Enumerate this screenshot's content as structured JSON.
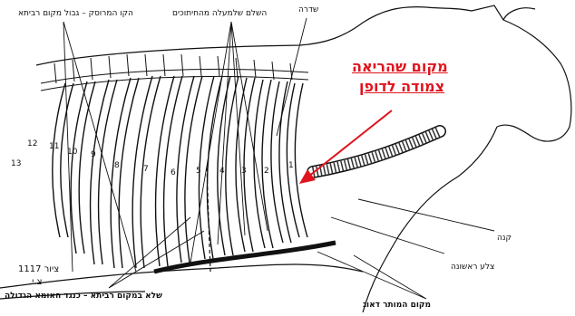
{
  "labels": {
    "top_left": "הקו המרוסק – גבול מקום רביתא",
    "top_middle": "השלם שלמעלה מהחיתוכים",
    "top_spine": "שדרה",
    "trachea": "קנה",
    "first_rib": "צלע ראשונה",
    "bottom_left": "שלא במקום רביתא – כנגד האומא הגדולה",
    "bottom_right": "מקום המותר דאוג",
    "figure_number": "ציור 1117",
    "figure_initials": "צ.י."
  },
  "annotation": {
    "line1": "מקום שהריאה",
    "line2": "צמודה לדופן",
    "color": "#e0141e"
  },
  "ribs": [
    "1",
    "2",
    "3",
    "4",
    "5",
    "6",
    "7",
    "8",
    "9",
    "10",
    "11",
    "12",
    "13"
  ]
}
